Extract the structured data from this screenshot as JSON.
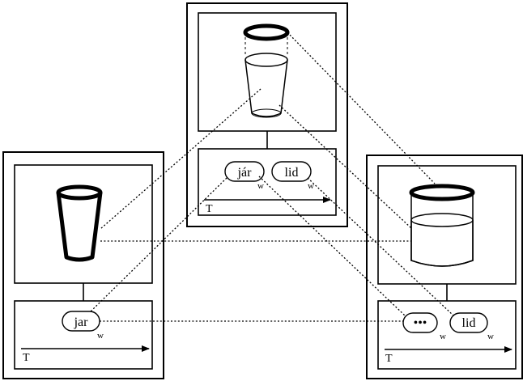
{
  "panels": {
    "top": {
      "words": [
        {
          "text": "jár",
          "sub": "w"
        },
        {
          "text": "lid",
          "sub": "w"
        }
      ],
      "axis": "T"
    },
    "left": {
      "words": [
        {
          "text": "jar",
          "sub": "w"
        }
      ],
      "axis": "T"
    },
    "right": {
      "words": [
        {
          "text": "•••",
          "sub": "w"
        },
        {
          "text": "lid",
          "sub": "w"
        }
      ],
      "axis": "T"
    }
  }
}
